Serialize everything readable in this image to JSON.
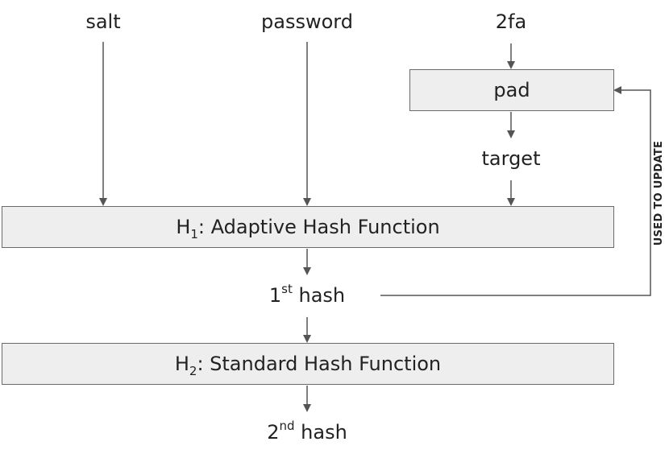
{
  "inputs": {
    "salt": "salt",
    "password": "password",
    "twofa": "2fa"
  },
  "pad": {
    "label": "pad"
  },
  "target": {
    "label": "target"
  },
  "h1": {
    "symbol": "H",
    "subscript": "1",
    "label": ": Adaptive Hash Function"
  },
  "hash1": {
    "number": "1",
    "suffix": "st",
    "label": " hash"
  },
  "h2": {
    "symbol": "H",
    "subscript": "2",
    "label": ": Standard Hash Function"
  },
  "hash2": {
    "number": "2",
    "suffix": "nd",
    "label": " hash"
  },
  "feedback": {
    "label": "USED TO UPDATE"
  },
  "colors": {
    "box_fill": "#eeeeee",
    "stroke": "#555555",
    "text": "#222222"
  }
}
